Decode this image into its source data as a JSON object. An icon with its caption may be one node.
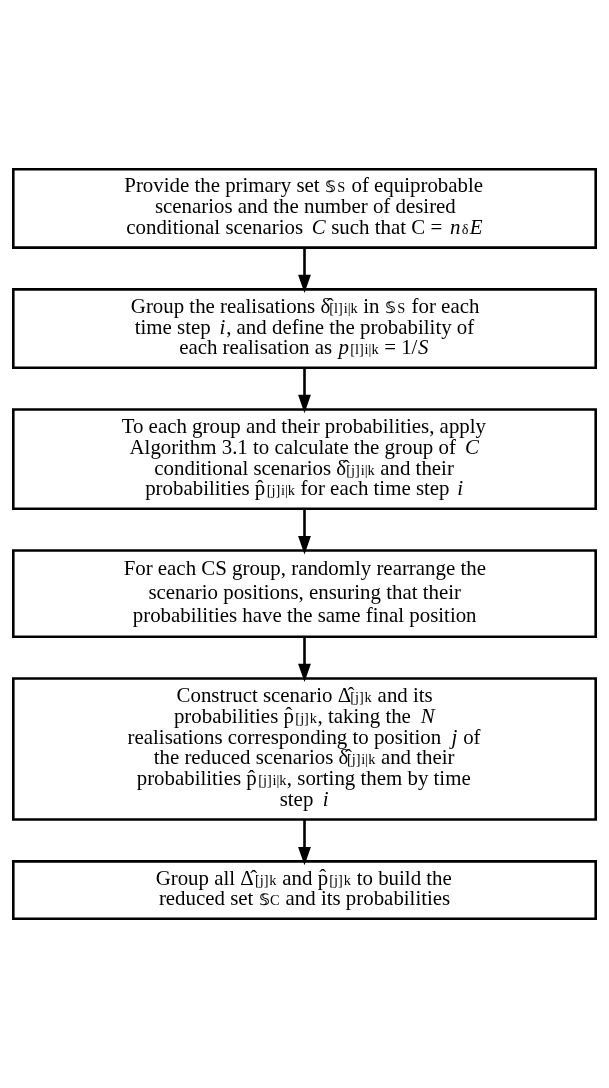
{
  "diagram": {
    "nodes": [
      {
        "text": [
          "Provide the primary set 𝕤$_{S}$ of equiprobable scenarios and the number of desired conditional scenarios *C* such that C = *n*$_{δ}$*E*"
        ]
      },
      {
        "text": [
          "Group the realisations δ̂$^{[l]}$$_{i|k}$ in 𝕤$_{S}$ for each time step *i*, and define the probability of each realisation as *p*$^{[l]}$$_{i|k}$ = 1/*S*"
        ]
      },
      {
        "text": [
          "To each group and their probabilities, apply Algorithm 3.1 to calculate the group of *C* conditional scenarios δ̂$^{[j]}$$_{i|k}$ and their probabilities p̂$^{[j]}$$_{i|k}$ for each time step *i*"
        ]
      },
      {
        "text": [
          "For each CS group, randomly rearrange the scenario positions, ensuring that their probabilities have the same final position"
        ]
      },
      {
        "text": [
          "Construct scenario Δ̂$^{[j]}$$_{k}$ and its probabilities p̂$^{[j]}$$_{k}$, taking the *N* realisations corresponding to position *j* of the reduced scenarios δ̂$^{[j]}$$_{i|k}$ and their probabilities p̂$^{[j]}$$_{i|k}$, sorting them by time step *i*"
        ]
      },
      {
        "text": [
          "Group all Δ̂$^{[j]}$$_{k}$ and p̂$^{[j]}$$_{k}$ to build the reduced set 𝕤$_{C}$ and its probabilities"
        ]
      }
    ],
    "edges": [
      {
        "from": 0,
        "to": 1,
        "arrow": "to"
      },
      {
        "from": 1,
        "to": 2,
        "arrow": "to"
      },
      {
        "from": 2,
        "to": 3,
        "arrow": "to"
      },
      {
        "from": 3,
        "to": 4,
        "arrow": "to"
      },
      {
        "from": 4,
        "to": 5,
        "arrow": "to"
      }
    ]
  }
}
